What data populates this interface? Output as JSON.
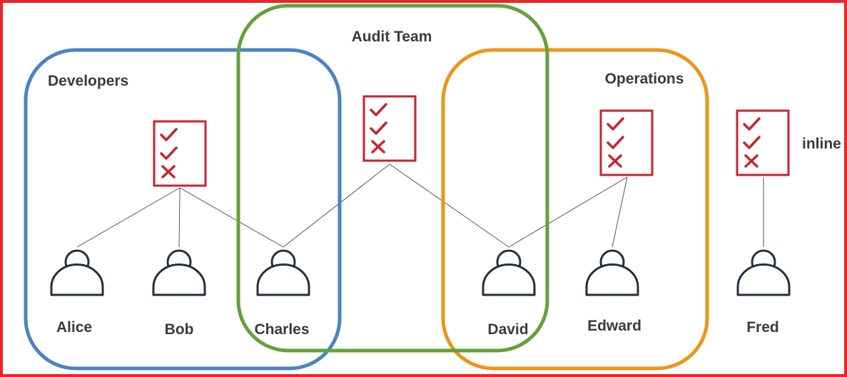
{
  "groups": {
    "developers": {
      "label": "Developers",
      "color": "#4a83c6"
    },
    "audit_team": {
      "label": "Audit Team",
      "color": "#62a23b"
    },
    "operations": {
      "label": "Operations",
      "color": "#ef9418"
    }
  },
  "inline_label": "inline",
  "users": [
    {
      "label": "Alice"
    },
    {
      "label": "Bob"
    },
    {
      "label": "Charles"
    },
    {
      "label": "David"
    },
    {
      "label": "Edward"
    },
    {
      "label": "Fred"
    }
  ],
  "colors": {
    "frame": "#e8262b",
    "policy": "#c8242f",
    "user_icon": "#232f3e",
    "connector": "#555555"
  }
}
